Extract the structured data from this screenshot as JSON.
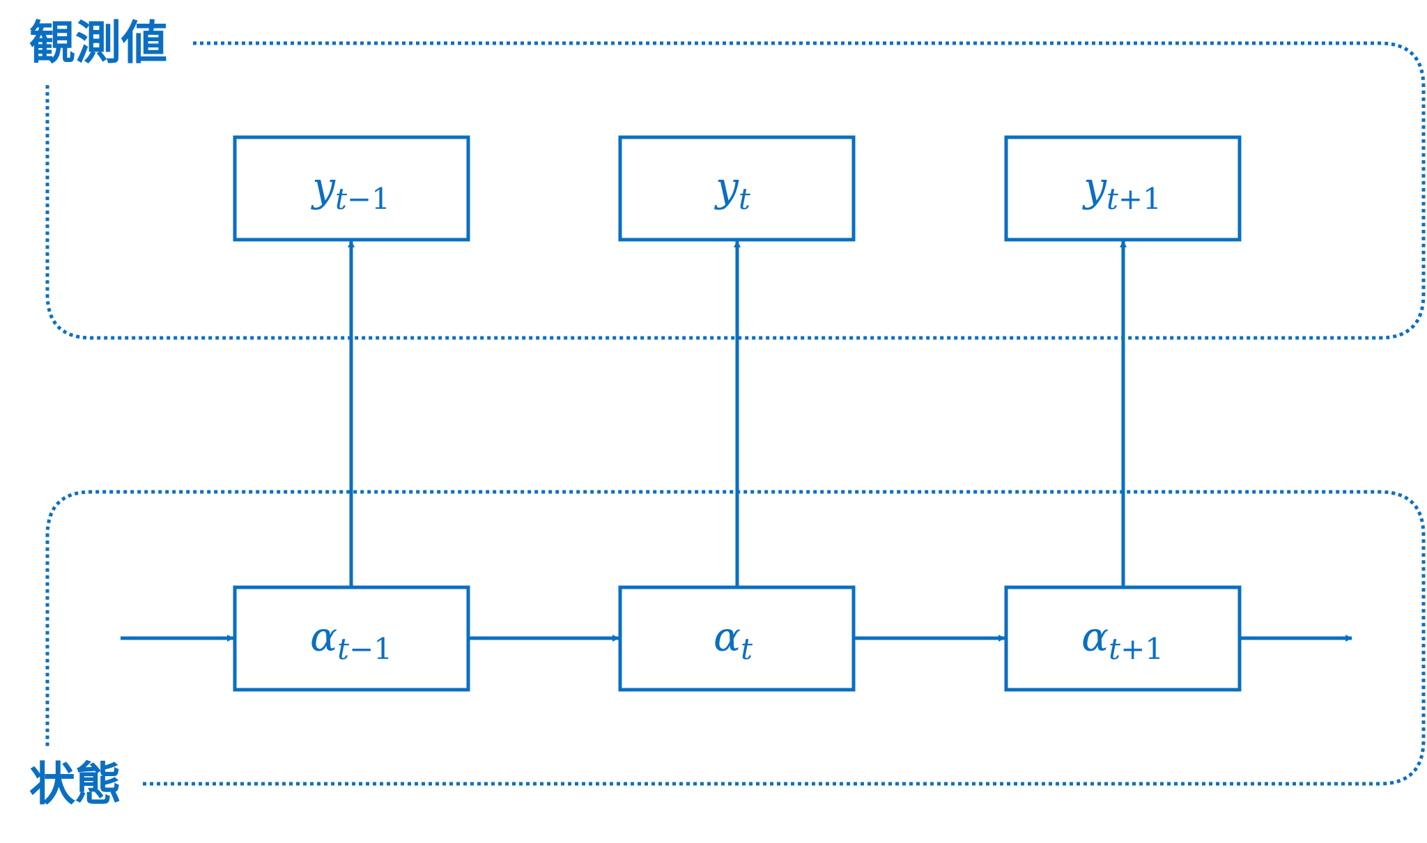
{
  "colors": {
    "primary": "#0a6fc2",
    "background": "#ffffff"
  },
  "regions": {
    "observation": {
      "label": "観測値"
    },
    "state": {
      "label": "状態"
    }
  },
  "observations": [
    {
      "symbol": "y",
      "sub_t": "t",
      "sub_rest": "−1"
    },
    {
      "symbol": "y",
      "sub_t": "t",
      "sub_rest": ""
    },
    {
      "symbol": "y",
      "sub_t": "t",
      "sub_rest": "+1"
    }
  ],
  "states": [
    {
      "symbol": "α",
      "sub_t": "t",
      "sub_rest": "−1"
    },
    {
      "symbol": "α",
      "sub_t": "t",
      "sub_rest": ""
    },
    {
      "symbol": "α",
      "sub_t": "t",
      "sub_rest": "+1"
    }
  ],
  "edges": {
    "emission": [
      {
        "from": "state-0",
        "to": "observation-0"
      },
      {
        "from": "state-1",
        "to": "observation-1"
      },
      {
        "from": "state-2",
        "to": "observation-2"
      }
    ],
    "transition": [
      {
        "from": "input",
        "to": "state-0"
      },
      {
        "from": "state-0",
        "to": "state-1"
      },
      {
        "from": "state-1",
        "to": "state-2"
      },
      {
        "from": "state-2",
        "to": "output"
      }
    ]
  }
}
